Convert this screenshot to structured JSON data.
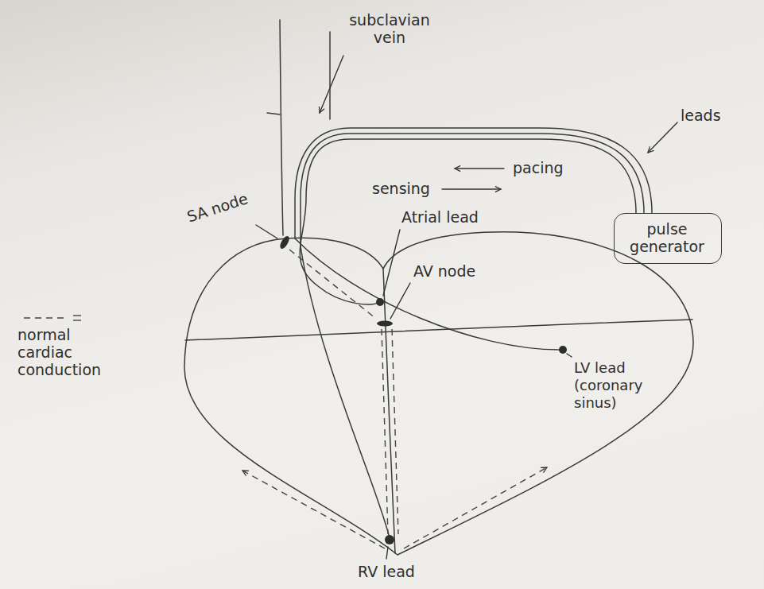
{
  "diagram": {
    "nodes": [
      {
        "text": [
          "pulse generator"
        ]
      }
    ],
    "labels": [
      "subclavian vein",
      "leads",
      "pacing",
      "sensing",
      "SA node",
      "Atrial lead",
      "AV node",
      "LV lead (coronary sinus)",
      "RV lead"
    ],
    "legend": [
      {
        "text": "normal cardiac conduction"
      }
    ]
  }
}
